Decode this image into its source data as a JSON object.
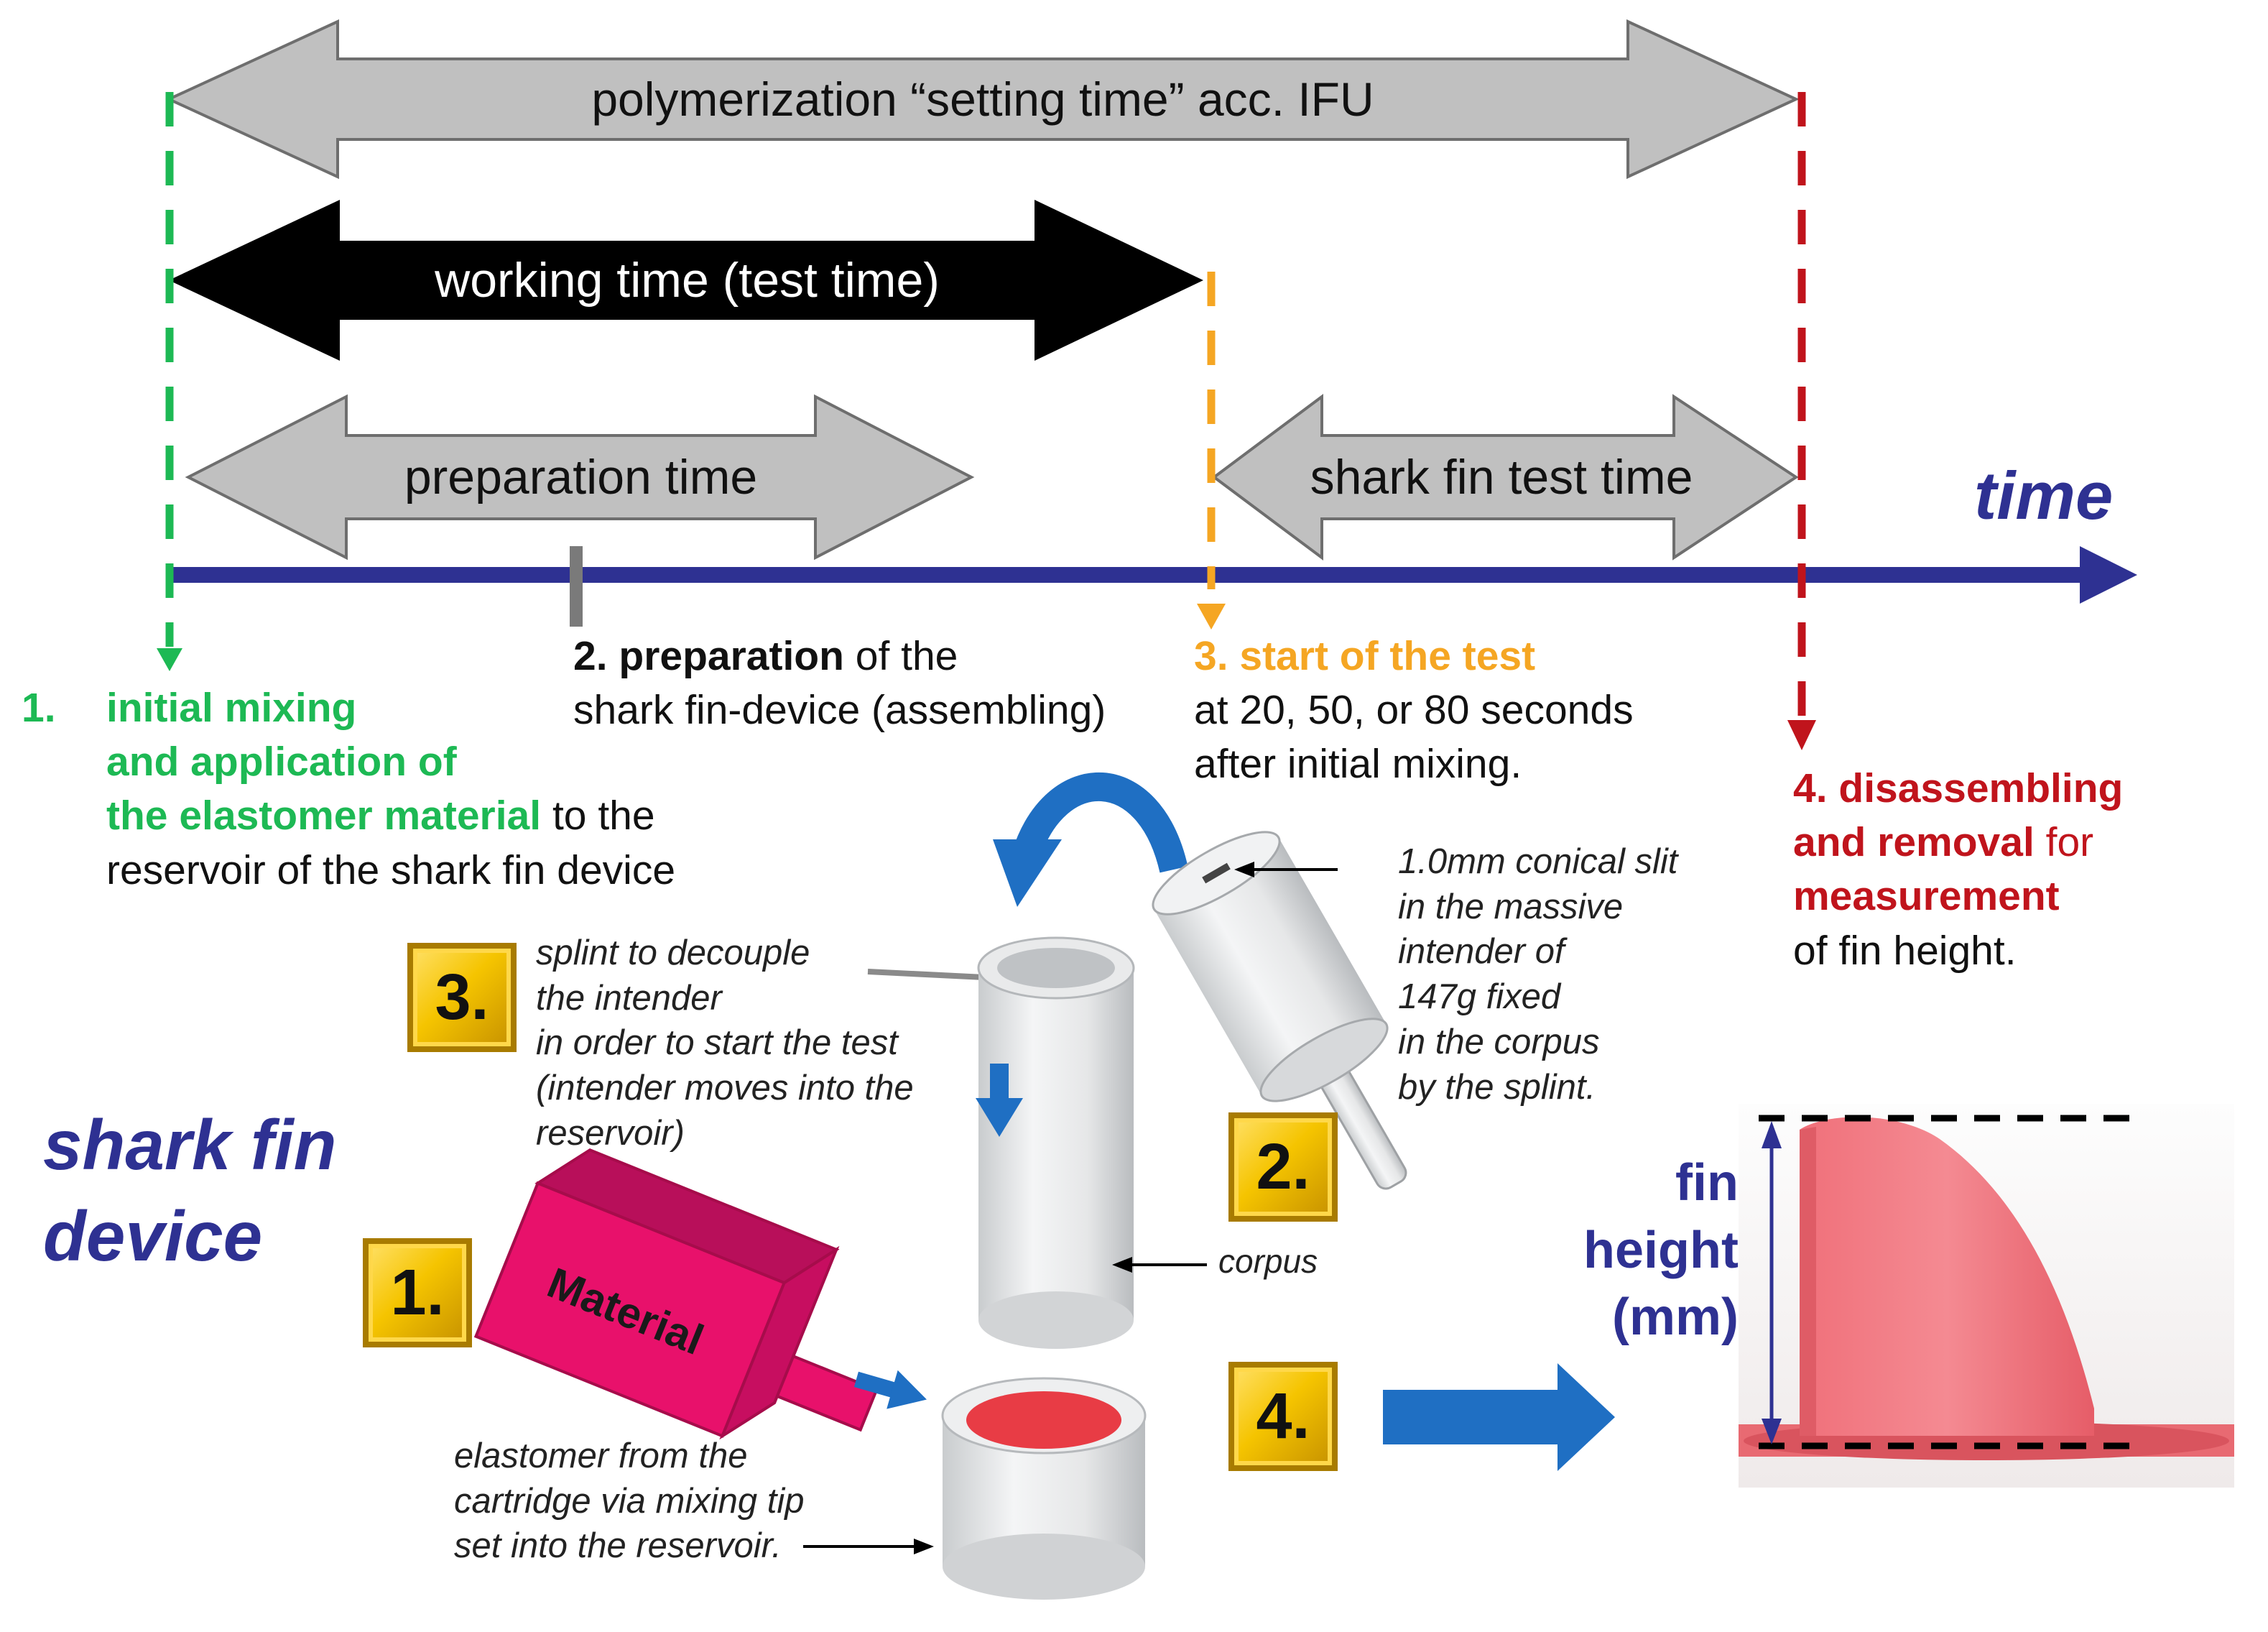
{
  "arrows": {
    "setting_time": "polymerization “setting time” acc. IFU",
    "working_time": "working time (test time)",
    "preparation_time": "preparation time",
    "shark_fin_test_time": "shark fin test time"
  },
  "axis": {
    "label": "time"
  },
  "steps": {
    "s1": {
      "number": "1.",
      "line1": "initial mixing",
      "line2": "and application of",
      "line3_bold": "the elastomer material",
      "line3_rest": " to the",
      "line4": "reservoir of the shark fin device"
    },
    "s2": {
      "bold": "2. preparation",
      "rest": " of the",
      "line2": "shark fin-device (assembling)"
    },
    "s3": {
      "title": "3. start of the test",
      "line2": "at 20, 50, or 80 seconds",
      "line3": "after initial mixing."
    },
    "s4": {
      "line1": "4. disassembling",
      "line2_bold": "and removal",
      "line2_rest": " for",
      "line3": "measurement",
      "line4": "of fin height."
    }
  },
  "device": {
    "title_line1": "shark fin",
    "title_line2": "device",
    "material_label": "Material",
    "badges": [
      "1.",
      "2.",
      "3.",
      "4."
    ],
    "notes": {
      "splint": [
        "splint to decouple",
        "the intender",
        "in order to start the test",
        "(intender moves into the",
        "reservoir)"
      ],
      "slit": [
        "1.0mm conical slit",
        "in the massive",
        "intender of",
        "147g fixed",
        "in the corpus",
        "by the splint."
      ],
      "corpus": "corpus",
      "elastomer": [
        "elastomer from the",
        "cartridge via mixing tip",
        "set into the reservoir."
      ]
    },
    "fin_height_label": [
      "fin",
      "height",
      "(mm)"
    ]
  },
  "colors": {
    "green": "#1db954",
    "orange": "#f5a623",
    "red": "#c0141c",
    "navy": "#2e3192",
    "gray_arrow": "#c0c0c0",
    "black_arrow": "#000000",
    "blue_arrow": "#1f6fc3",
    "magenta": "#e8116b",
    "fin_pink": "#ee6a73"
  }
}
